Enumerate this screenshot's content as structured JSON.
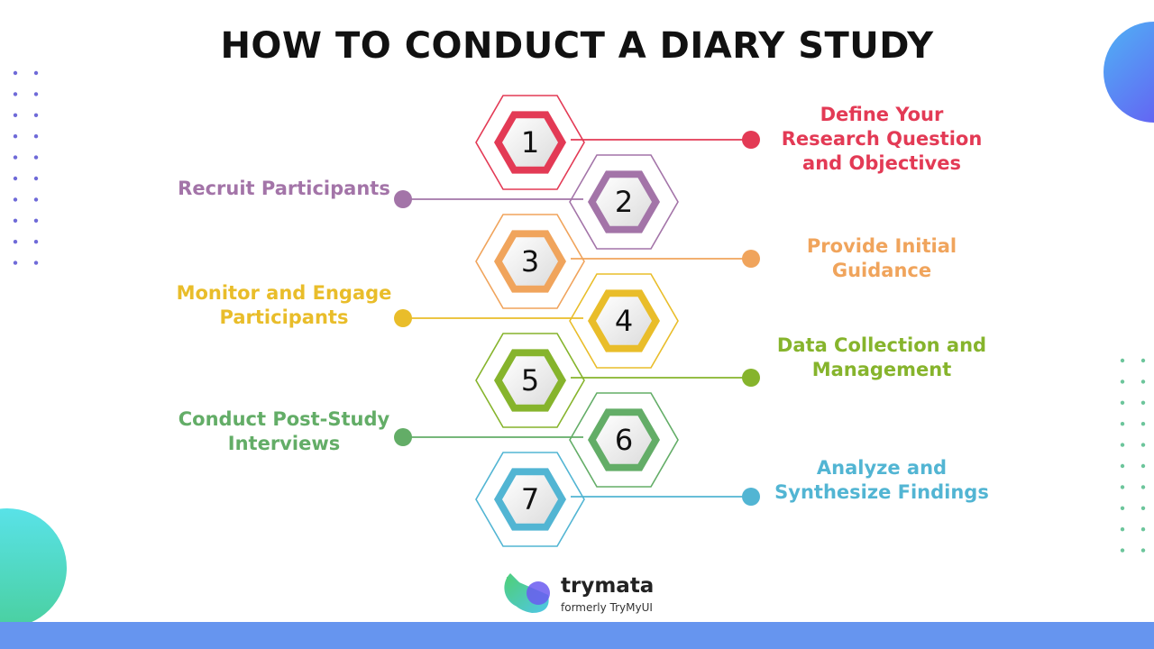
{
  "title": "HOW TO CONDUCT A DIARY STUDY",
  "steps": [
    {
      "number": "1",
      "label": "Define Your Research Question and Objectives",
      "color": "#e33a55",
      "side": "right"
    },
    {
      "number": "2",
      "label": "Recruit Participants",
      "color": "#a374a8",
      "side": "left"
    },
    {
      "number": "3",
      "label": "Provide Initial Guidance",
      "color": "#f0a45c",
      "side": "right"
    },
    {
      "number": "4",
      "label": "Monitor and Engage Participants",
      "color": "#e9bd2a",
      "side": "left"
    },
    {
      "number": "5",
      "label": "Data Collection and Management",
      "color": "#86b42c",
      "side": "right"
    },
    {
      "number": "6",
      "label": "Conduct Post-Study Interviews",
      "color": "#63ad67",
      "side": "left"
    },
    {
      "number": "7",
      "label": "Analyze and Synthesize Findings",
      "color": "#52b5d3",
      "side": "right"
    }
  ],
  "logo": {
    "name": "trymata",
    "subtitle": "formerly TryMyUI"
  },
  "decor": {
    "left_dots_color": "#6f6ad8",
    "right_dots_color": "#6cc59b",
    "bottom_bar_color": "#6695ef"
  }
}
